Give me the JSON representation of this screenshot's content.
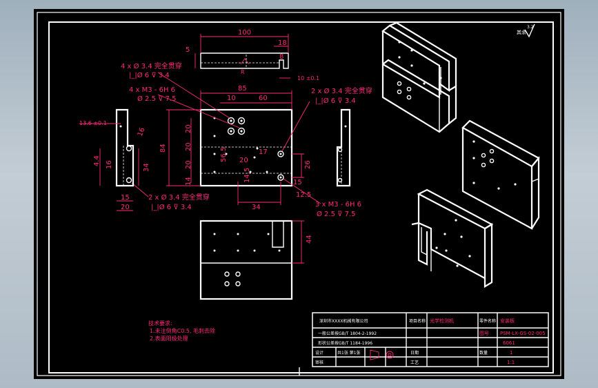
{
  "drawing": {
    "colors": {
      "background": "#000000",
      "outline": "#ffffff",
      "dimension": "#ff2a7a",
      "frame": "#b6c2cc"
    },
    "roughness": {
      "label": "其余",
      "value": "3.2"
    },
    "top_view": {
      "dim_length": "100",
      "dim_thickness": "5",
      "dim_slot": "18",
      "dim_step": "8",
      "dim_groove": "10 ±0.1",
      "dim_r": "R"
    },
    "front_view": {
      "note_holes_a_1": "4 x Ø 3.4 完全贯穿",
      "note_holes_a_2": "|_|Ø 6 ⊽ 3.4",
      "note_threads_1": "4 x M3 - 6H 6",
      "note_threads_2": "Ø 2.5 ⊽ 7.5",
      "note_holes_b_1": "2 x Ø 3.4 完全贯穿",
      "note_holes_b_2": "|_|Ø 6 ⊽ 3.4",
      "note_threads_b_1": "3 x M3 - 6H 6",
      "note_threads_b_2": "Ø 2.5 ⊽ 7.5",
      "note_holes_c_1": "2 x Ø 3.4 完全贯穿",
      "note_holes_c_2": "|_|Ø 6 ⊽ 3.4",
      "dim_width": "85",
      "dim_10": "10",
      "dim_60": "60",
      "dim_height": "84",
      "dim_20a": "20",
      "dim_20b": "20",
      "dim_20c": "20",
      "dim_14": "14",
      "dim_56": "56.5",
      "dim_17": "17",
      "dim_20d": "20",
      "dim_145": "14.5",
      "dim_34": "34",
      "dim_26": "26",
      "dim_15r": "15",
      "dim_125": "12.5",
      "dim_13": "13.6 ±0.1",
      "dim_16": "16",
      "dim_44": "4.4",
      "dim_16b": "16",
      "dim_34b": "34",
      "dim_15": "15",
      "dim_20e": "20"
    },
    "bottom_view": {
      "dim_44": "44"
    },
    "notes": {
      "title": "技术要求:",
      "line_1": "1.未注倒角C0.5, 毛刺去除",
      "line_2": "2.表面阳极处理"
    },
    "title_block": {
      "company": "深圳市XXXX机械有限公司",
      "tol_1": "一般公差按GB/T 1804-2-1992",
      "tol_2": "形状公差按GB/T 1184-1996",
      "project_label": "项目名称",
      "project_value": "光学检测机",
      "drawing_label": "零件名称",
      "drawing_value": "安装板",
      "code_label": "图号",
      "code_value": "PSM-LX-GS-02-005",
      "material_value": "6061",
      "qty_label": "数量",
      "qty_value": "1",
      "scale_value": "1:1",
      "sheet_label": "共1张 第1张",
      "row_label_1": "设计",
      "row_label_2": "审核",
      "row_label_3": "工艺",
      "row_label_4": "日期"
    }
  }
}
